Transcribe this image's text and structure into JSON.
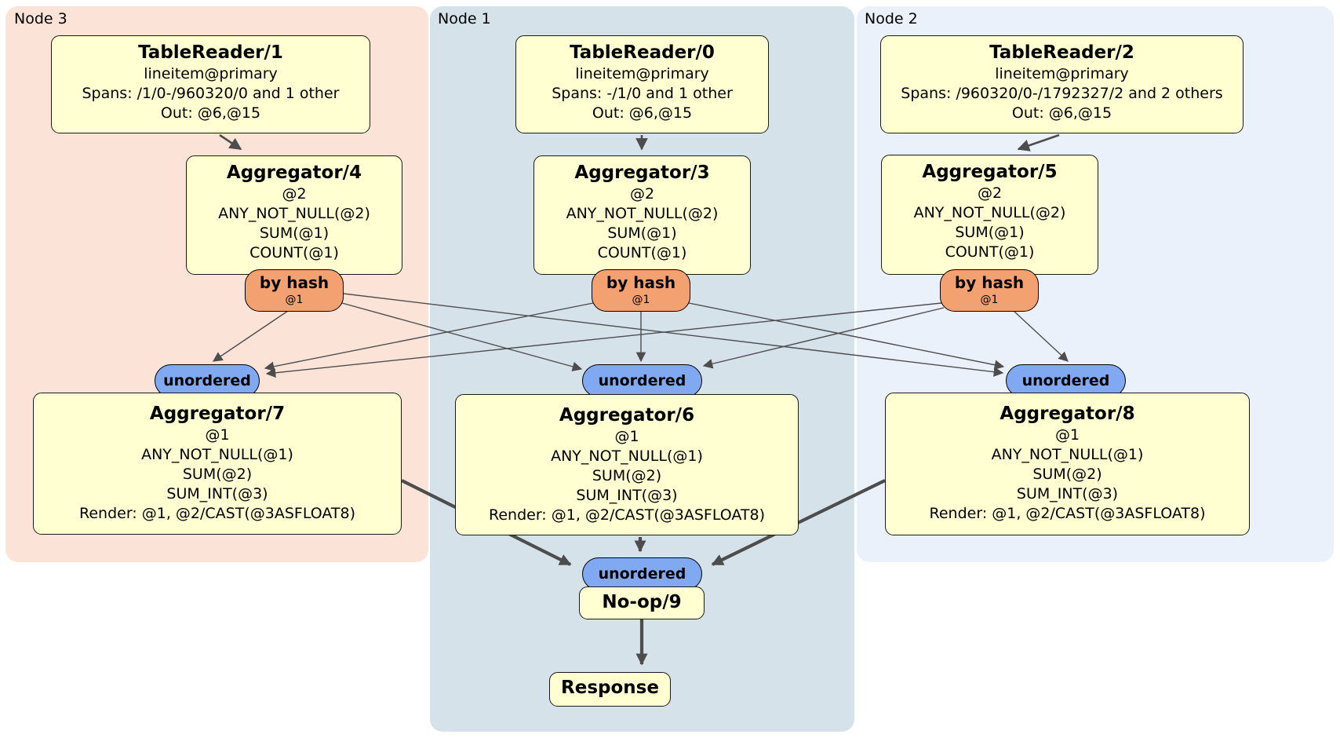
{
  "palette": {
    "region_node3_bg": "#fce3d7",
    "region_node1_bg": "#d5e2e9",
    "region_node2_bg": "#ebf1fa",
    "processor_box_bg": "#ffffd1",
    "router_oval_bg": "#f4a172",
    "stream_oval_bg": "#80a9f2",
    "edge_color": "#4d4d4d"
  },
  "regions": [
    {
      "label": "Node 3",
      "tablereader": {
        "title": "TableReader/1",
        "lines": [
          "lineitem@primary",
          "Spans: /1/0-/960320/0 and 1 other",
          "Out: @6,@15"
        ]
      },
      "aggregator_pre": {
        "title": "Aggregator/4",
        "lines": [
          "@2",
          "ANY_NOT_NULL(@2)",
          "SUM(@1)",
          "COUNT(@1)"
        ]
      },
      "router": {
        "label": "by hash",
        "detail": "@1"
      },
      "stream": {
        "label": "unordered"
      },
      "aggregator_post": {
        "title": "Aggregator/7",
        "lines": [
          "@1",
          "ANY_NOT_NULL(@1)",
          "SUM(@2)",
          "SUM_INT(@3)",
          "Render: @1, @2/CAST(@3ASFLOAT8)"
        ]
      }
    },
    {
      "label": "Node 1",
      "tablereader": {
        "title": "TableReader/0",
        "lines": [
          "lineitem@primary",
          "Spans: -/1/0 and 1 other",
          "Out: @6,@15"
        ]
      },
      "aggregator_pre": {
        "title": "Aggregator/3",
        "lines": [
          "@2",
          "ANY_NOT_NULL(@2)",
          "SUM(@1)",
          "COUNT(@1)"
        ]
      },
      "router": {
        "label": "by hash",
        "detail": "@1"
      },
      "stream": {
        "label": "unordered"
      },
      "aggregator_post": {
        "title": "Aggregator/6",
        "lines": [
          "@1",
          "ANY_NOT_NULL(@1)",
          "SUM(@2)",
          "SUM_INT(@3)",
          "Render: @1, @2/CAST(@3ASFLOAT8)"
        ]
      }
    },
    {
      "label": "Node 2",
      "tablereader": {
        "title": "TableReader/2",
        "lines": [
          "lineitem@primary",
          "Spans: /960320/0-/1792327/2 and 2 others",
          "Out: @6,@15"
        ]
      },
      "aggregator_pre": {
        "title": "Aggregator/5",
        "lines": [
          "@2",
          "ANY_NOT_NULL(@2)",
          "SUM(@1)",
          "COUNT(@1)"
        ]
      },
      "router": {
        "label": "by hash",
        "detail": "@1"
      },
      "stream": {
        "label": "unordered"
      },
      "aggregator_post": {
        "title": "Aggregator/8",
        "lines": [
          "@1",
          "ANY_NOT_NULL(@1)",
          "SUM(@2)",
          "SUM_INT(@3)",
          "Render: @1, @2/CAST(@3ASFLOAT8)"
        ]
      }
    }
  ],
  "final": {
    "stream": {
      "label": "unordered"
    },
    "noop": {
      "label": "No-op/9"
    },
    "response": {
      "label": "Response"
    }
  }
}
